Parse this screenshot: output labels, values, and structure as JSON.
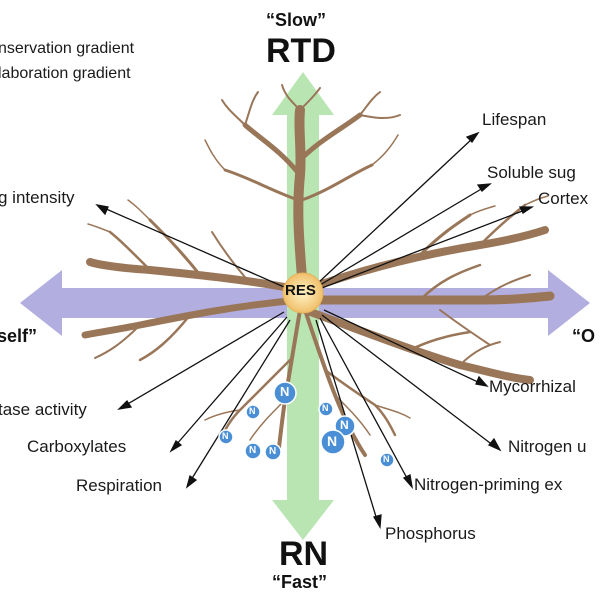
{
  "top_left_lines": [
    "nservation gradient",
    "laboration gradient"
  ],
  "axes": {
    "top_quote": "“Slow”",
    "top_label": "RTD",
    "bottom_label": "RN",
    "bottom_quote": "“Fast”",
    "left_quote": "self”",
    "right_quote": "“O"
  },
  "center_label": "RES",
  "nutrient_symbol": "N",
  "traits_right": [
    "Lifespan",
    "Soluble sug",
    "Cortex",
    "Mycorrhizal",
    "Nitrogen u",
    "Nitrogen-priming ex",
    "Phosphorus"
  ],
  "traits_left": [
    "g intensity",
    "tase activity",
    "Carboxylates",
    "Respiration"
  ],
  "colors": {
    "vertical_arrow": "#b9e5b2",
    "horizontal_arrow": "#b3aee0",
    "root": "#9a7659",
    "root_dark": "#7a5a42",
    "res_circle": "#f3c97a",
    "nutrient": "#4a8fd6"
  }
}
